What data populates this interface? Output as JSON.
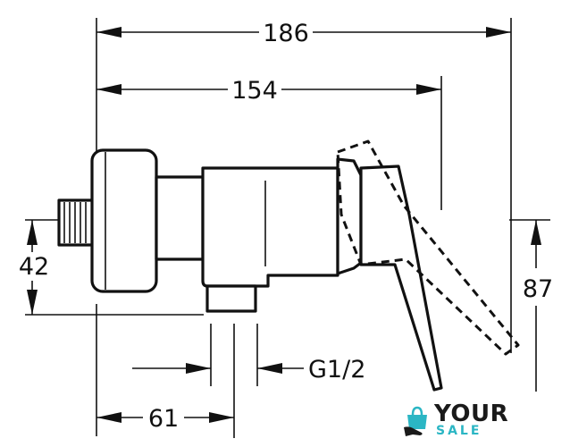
{
  "dimensions": {
    "overall_width": "186",
    "body_width": "154",
    "outlet_offset": "61",
    "thread_size": "G1/2",
    "inlet_height": "42",
    "lever_height": "87"
  },
  "logo": {
    "primary": "YOUR",
    "secondary": "SALE",
    "accent_color": "#2bb6c4",
    "icon": "shopping-bag-hand-icon"
  }
}
